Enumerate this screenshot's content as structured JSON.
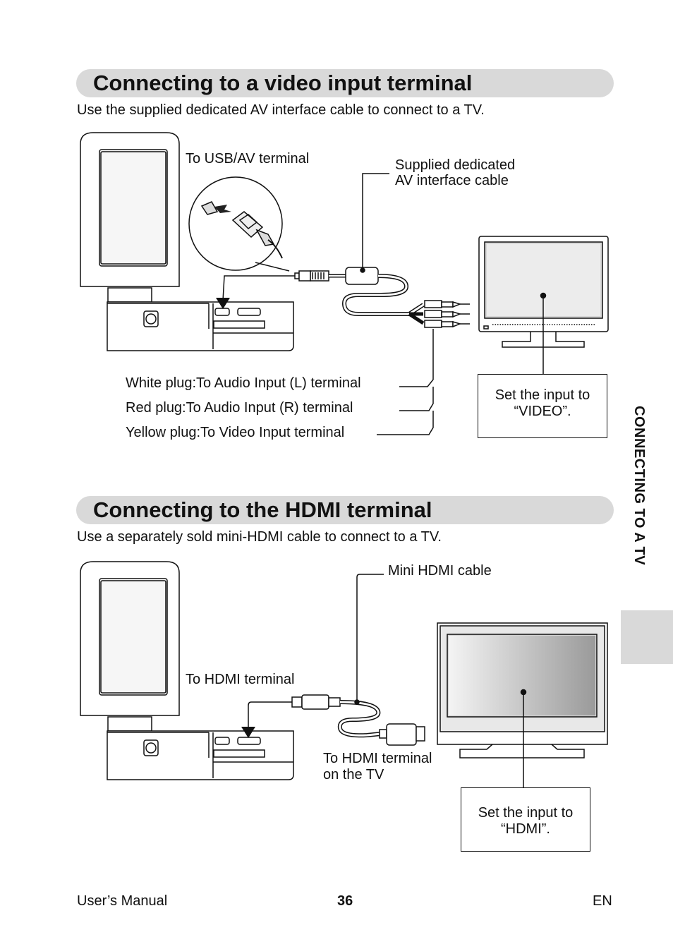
{
  "section1": {
    "heading": "Connecting to a video input terminal",
    "intro": "Use the supplied dedicated AV interface cable to connect to a TV.",
    "usb_label": "To USB/AV terminal",
    "cable_label_line1": "Supplied dedicated",
    "cable_label_line2": "AV interface cable",
    "plugs": [
      "White plug:To Audio Input (L) terminal",
      "Red plug:To Audio Input (R) terminal",
      "Yellow plug:To Video Input terminal"
    ],
    "tv_note_line1": "Set the input to",
    "tv_note_line2": "“VIDEO”."
  },
  "section2": {
    "heading": "Connecting to the HDMI terminal",
    "intro": "Use a separately sold mini-HDMI cable to connect to a TV.",
    "cable_label": "Mini HDMI cable",
    "camera_terminal_label": "To HDMI terminal",
    "tv_terminal_line1": "To HDMI terminal",
    "tv_terminal_line2": "on the TV",
    "tv_note_line1": "Set the input to",
    "tv_note_line2": "“HDMI”."
  },
  "side_tab": "CONNECTING TO A TV",
  "footer": {
    "left": "User’s Manual",
    "page": "36",
    "right": "EN"
  }
}
